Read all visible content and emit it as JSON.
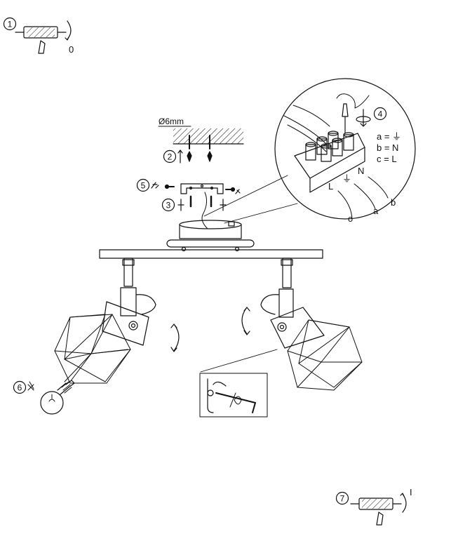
{
  "steps": [
    {
      "number": "1",
      "note": "0"
    },
    {
      "number": "2"
    },
    {
      "number": "3"
    },
    {
      "number": "4"
    },
    {
      "number": "5"
    },
    {
      "number": "6"
    },
    {
      "number": "7",
      "note": "I"
    }
  ],
  "ceiling": {
    "drill_label": "Ø6mm"
  },
  "wiring": {
    "legend": [
      "a = ⏚",
      "b = N",
      "c = L"
    ],
    "terminals": [
      "L",
      "⏚",
      "N"
    ],
    "wire_labels": [
      "c",
      "a",
      "b"
    ]
  }
}
